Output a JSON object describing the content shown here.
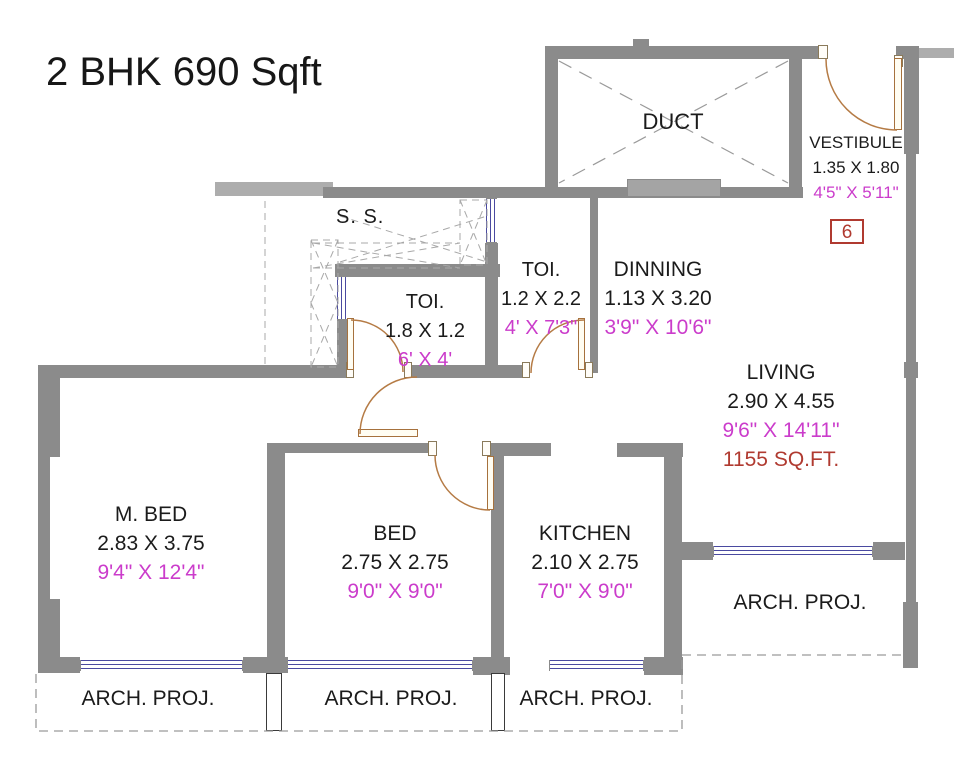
{
  "title": "2 BHK 690 Sqft",
  "unit_badge": "6",
  "annotations": {
    "service_slab": "S. S.",
    "arch_proj": "ARCH. PROJ."
  },
  "rooms": {
    "duct": {
      "name": "DUCT"
    },
    "vestibule": {
      "name": "VESTIBULE",
      "dim_m": "1.35 X 1.80",
      "dim_ft": "4'5\" X 5'11\""
    },
    "toilet1": {
      "name": "TOI.",
      "dim_m": "1.8 X 1.2",
      "dim_ft": "6' X 4'"
    },
    "toilet2": {
      "name": "TOI.",
      "dim_m": "1.2 X 2.2",
      "dim_ft": "4' X 7'3\""
    },
    "dinning": {
      "name": "DINNING",
      "dim_m": "1.13 X 3.20",
      "dim_ft": "3'9\" X 10'6\""
    },
    "living": {
      "name": "LIVING",
      "dim_m": "2.90 X 4.55",
      "dim_ft": "9'6\" X 14'11\"",
      "area": "1155 SQ.FT."
    },
    "master_bed": {
      "name": "M. BED",
      "dim_m": "2.83 X 3.75",
      "dim_ft": "9'4\" X 12'4\""
    },
    "bed": {
      "name": "BED",
      "dim_m": "2.75 X 2.75",
      "dim_ft": "9'0\" X 9'0\""
    },
    "kitchen": {
      "name": "KITCHEN",
      "dim_m": "2.10 X 2.75",
      "dim_ft": "7'0\" X 9'0\""
    }
  },
  "colors": {
    "wall": "#8b8b8b",
    "window": "#4a4aa0",
    "door": "#b57b45",
    "dim_ft_text": "#cb3ccb",
    "area_text": "#b03a30"
  }
}
